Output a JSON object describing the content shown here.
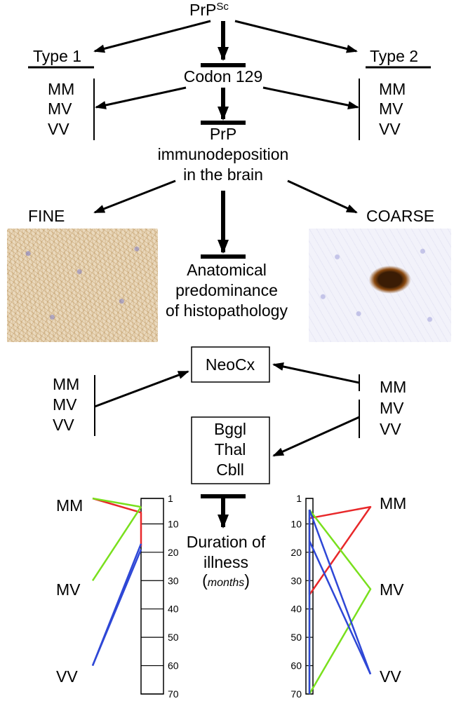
{
  "top": {
    "prp": "PrP",
    "prp_sup": "Sc"
  },
  "type1": {
    "title": "Type 1",
    "genotypes": [
      "MM",
      "MV",
      "VV"
    ]
  },
  "type2": {
    "title": "Type 2",
    "genotypes": [
      "MM",
      "MV",
      "VV"
    ]
  },
  "codon": "Codon 129",
  "immuno": {
    "line1": "PrP",
    "line2": "immunodeposition",
    "line3": "in the brain"
  },
  "patterns": {
    "fine": "FINE",
    "coarse": "COARSE"
  },
  "anatomical": {
    "line1": "Anatomical",
    "line2": "predominance",
    "line3": "of histopathology"
  },
  "neocx": "NeoCx",
  "subcortical": [
    "Bggl",
    "Thal",
    "Cbll"
  ],
  "left_genotypes": [
    "MM",
    "MV",
    "VV"
  ],
  "right_genotypes": [
    "MM",
    "MV",
    "VV"
  ],
  "duration": {
    "line1": "Duration of",
    "line2": "illness",
    "unit_open": "(",
    "unit": "months",
    "unit_close": ")"
  },
  "scale_ticks": [
    "1",
    "10",
    "20",
    "30",
    "40",
    "50",
    "60",
    "70"
  ],
  "colors": {
    "red": "#e8282a",
    "green": "#79e01d",
    "blue": "#2e47d6"
  },
  "chart_data": [
    {
      "type": "line",
      "panel": "left",
      "yscale": "months",
      "ylim": [
        1,
        70
      ],
      "series": [
        {
          "color": "#e8282a",
          "points": [
            [
              "MM",
              1
            ],
            [
              "scale",
              6
            ],
            [
              "scale",
              18
            ]
          ]
        },
        {
          "color": "#79e01d",
          "points": [
            [
              "MM",
              1
            ],
            [
              "scale",
              4
            ]
          ]
        },
        {
          "color": "#79e01d",
          "points": [
            [
              "MV",
              30
            ],
            [
              "scale",
              4
            ]
          ]
        },
        {
          "color": "#2e47d6",
          "points": [
            [
              "VV",
              60
            ],
            [
              "scale",
              17
            ]
          ]
        },
        {
          "color": "#2e47d6",
          "points": [
            [
              "VV",
              60
            ],
            [
              "scale",
              19
            ]
          ]
        }
      ]
    },
    {
      "type": "line",
      "panel": "right",
      "yscale": "months",
      "ylim": [
        1,
        70
      ],
      "series": [
        {
          "color": "#e8282a",
          "points": [
            [
              "scale",
              8
            ],
            [
              "MM",
              4
            ],
            [
              "scale",
              35
            ]
          ]
        },
        {
          "color": "#e8282a",
          "points": [
            [
              "scale",
              8
            ],
            [
              "scale",
              35
            ]
          ]
        },
        {
          "color": "#79e01d",
          "points": [
            [
              "scale",
              5
            ],
            [
              "MV",
              33
            ],
            [
              "scale",
              70
            ]
          ]
        },
        {
          "color": "#79e01d",
          "points": [
            [
              "scale",
              5
            ],
            [
              "scale",
              70
            ]
          ]
        },
        {
          "color": "#2e47d6",
          "points": [
            [
              "scale",
              5
            ],
            [
              "VV",
              63
            ]
          ]
        },
        {
          "color": "#2e47d6",
          "points": [
            [
              "scale",
              16
            ],
            [
              "VV",
              63
            ]
          ]
        },
        {
          "color": "#2e47d6",
          "points": [
            [
              "scale",
              5
            ],
            [
              "scale",
              70
            ]
          ]
        }
      ]
    }
  ]
}
